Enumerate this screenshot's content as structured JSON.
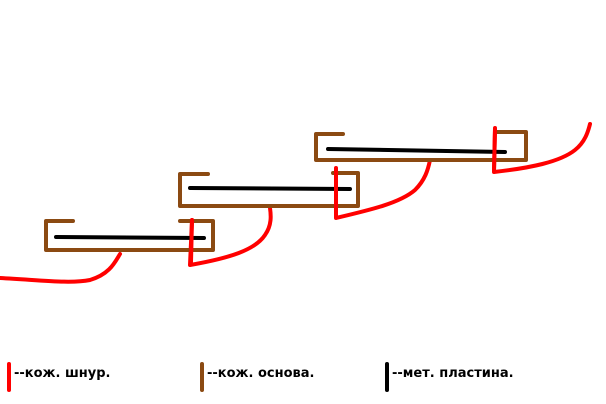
{
  "colors": {
    "red": "#ff0000",
    "brown": "#8b4a12",
    "black": "#000000"
  },
  "legend": {
    "cord": {
      "label": "--кож. шнур.",
      "color_key": "red"
    },
    "base": {
      "label": "--кож. основа.",
      "color_key": "brown"
    },
    "plate": {
      "label": "--мет. пластина.",
      "color_key": "black"
    }
  }
}
